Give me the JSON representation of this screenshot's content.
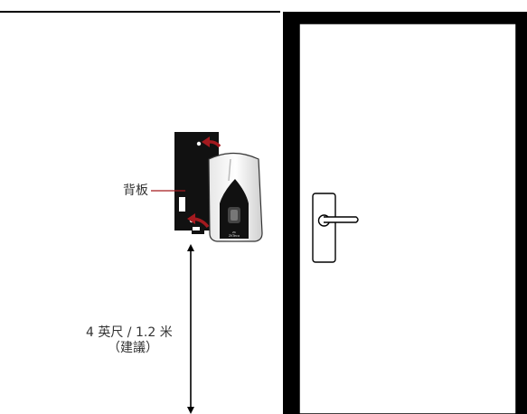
{
  "labels": {
    "backplate": "背板",
    "height_value": "4 英尺 / 1.2 米",
    "height_note": "（建議）"
  },
  "device_texts": {
    "small_text": "ZK",
    "brand": "ZKTeco"
  },
  "colors": {
    "arrow_red": "#a31a1f",
    "frame": "#000000",
    "backplate": "#111111"
  },
  "icons": {
    "backplate": "mounting-backplate-icon",
    "device": "fingerprint-reader-icon",
    "door": "door-icon",
    "handle": "door-lever-handle-icon"
  }
}
